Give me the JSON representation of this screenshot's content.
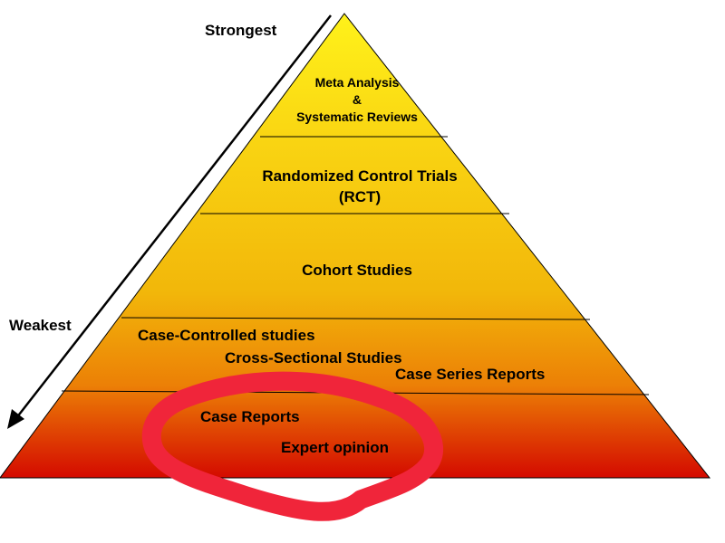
{
  "arrow": {
    "top_label": "Strongest",
    "bottom_label": "Weakest"
  },
  "tiers": {
    "tier1": [
      "Meta Analysis",
      "&",
      "Systematic Reviews"
    ],
    "tier2": [
      "Randomized Control Trials",
      "(RCT)"
    ],
    "tier3": "Cohort Studies",
    "tier4": {
      "a": "Case-Controlled studies",
      "b": "Cross-Sectional Studies",
      "c": "Case Series Reports"
    },
    "tier5": {
      "a": "Case Reports",
      "b": "Expert opinion"
    }
  },
  "colors": {
    "top": "#fff21a",
    "middle": "#f2b70a",
    "base": "#d40a00",
    "outline": "#000000",
    "highlight": "#f0253a"
  }
}
